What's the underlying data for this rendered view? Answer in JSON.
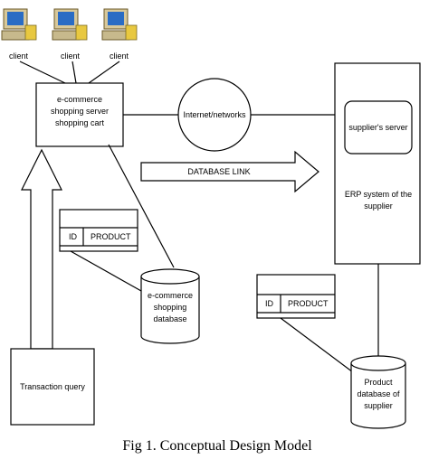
{
  "clients": [
    "client",
    "client",
    "client"
  ],
  "nodes": {
    "shopping_server": [
      "e-commerce",
      "shopping server",
      "shopping cart"
    ],
    "internet": "Internet/networks",
    "supplier_server": "supplier's server",
    "erp": [
      "ERP system of the",
      "supplier"
    ],
    "database_link": "DATABASE LINK",
    "transaction_query": "Transaction query",
    "ecommerce_db": [
      "e-commerce",
      "shopping",
      "database"
    ],
    "product_db": [
      "Product",
      "database of",
      "supplier"
    ]
  },
  "tables": {
    "left": {
      "col1": "ID",
      "col2": "PRODUCT"
    },
    "right": {
      "col1": "ID",
      "col2": "PRODUCT"
    }
  },
  "caption": "Fig 1. Conceptual Design Model"
}
